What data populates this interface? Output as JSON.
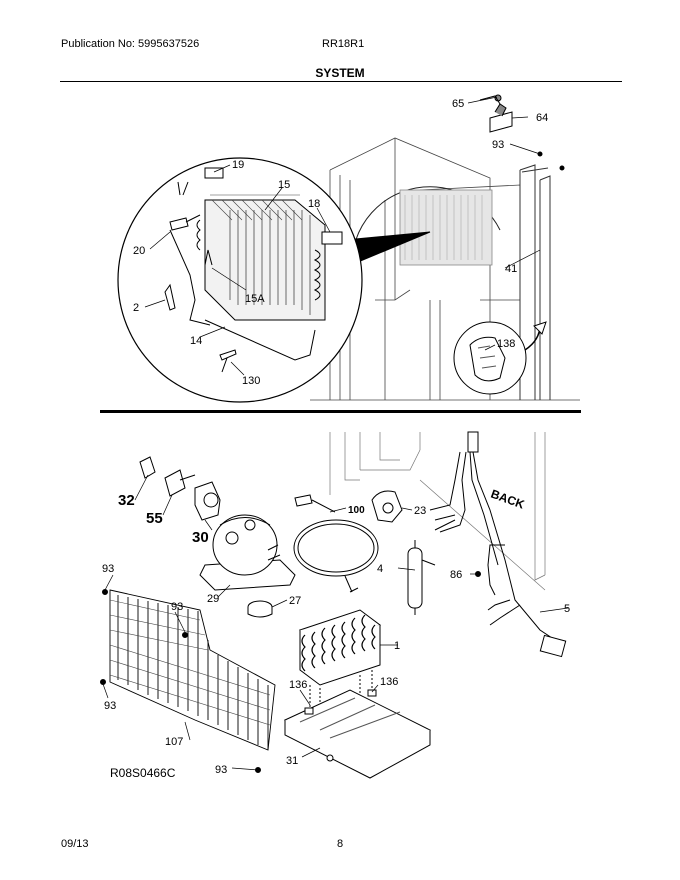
{
  "header": {
    "publication": "Publication No: 5995637526",
    "model": "RR18R1",
    "section_title": "SYSTEM"
  },
  "upper_callouts": {
    "c65": "65",
    "c64": "64",
    "c93": "93",
    "c19": "19",
    "c15": "15",
    "c18": "18",
    "c20": "20",
    "c15a": "15A",
    "c2": "2",
    "c14": "14",
    "c130": "130",
    "c41": "41",
    "c138": "138"
  },
  "lower_callouts": {
    "c32": "32",
    "c55": "55",
    "c30": "30",
    "c100": "100",
    "c23": "23",
    "back": "BACK",
    "c93a": "93",
    "c93b": "93",
    "c29": "29",
    "c27": "27",
    "c4": "4",
    "c86": "86",
    "c5": "5",
    "c1": "1",
    "c93c": "93",
    "c136a": "136",
    "c136b": "136",
    "c107": "107",
    "c31": "31",
    "c93d": "93"
  },
  "drawing_code": "R08S0466C",
  "footer": {
    "date": "09/13",
    "page": "8"
  }
}
